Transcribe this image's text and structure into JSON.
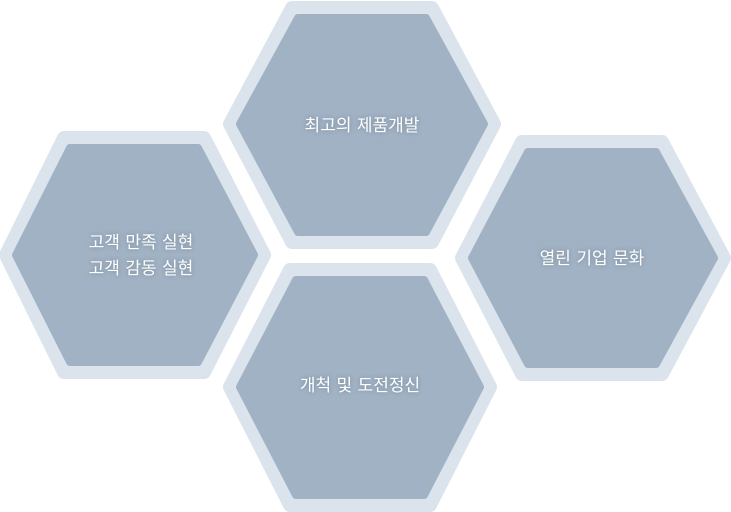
{
  "colors": {
    "outer": "#dbe4ec",
    "inner": "#a1b2c4",
    "text": "#ffffff"
  },
  "hexagons": [
    {
      "id": "top",
      "lines": [
        "최고의 제품개발"
      ]
    },
    {
      "id": "left",
      "lines": [
        "고객 만족 실현",
        "고객 감동 실현"
      ]
    },
    {
      "id": "right",
      "lines": [
        "열린 기업 문화"
      ]
    },
    {
      "id": "bottom",
      "lines": [
        "개척 및 도전정신"
      ]
    }
  ]
}
